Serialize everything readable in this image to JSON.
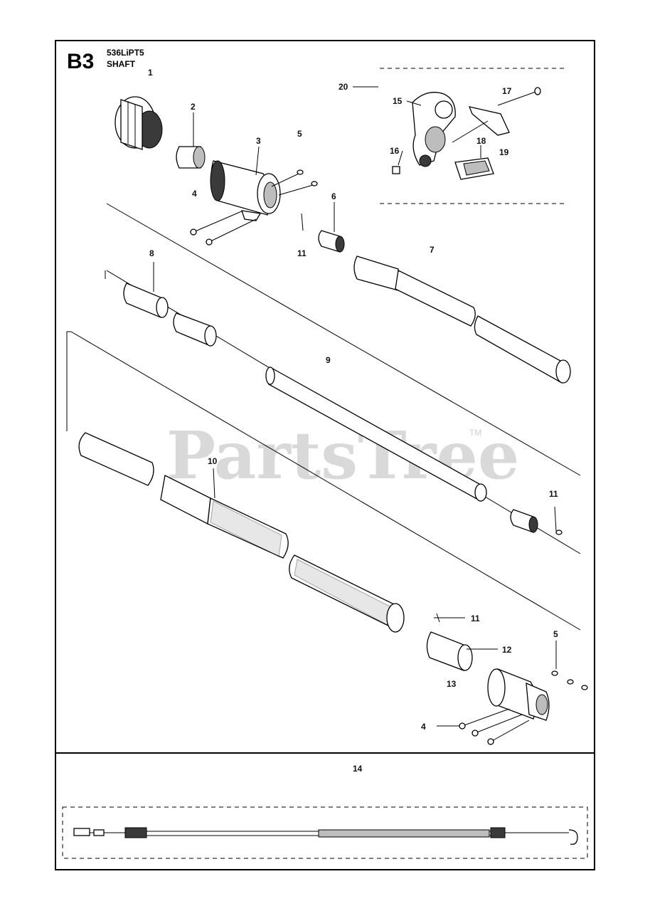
{
  "header": {
    "section_code": "B3",
    "model": "536LiPT5",
    "title": "SHAFT"
  },
  "watermark": {
    "text": "PartsTree",
    "trademark": "TM"
  },
  "callouts": {
    "c1": "1",
    "c2": "2",
    "c3": "3",
    "c4a": "4",
    "c5a": "5",
    "c6": "6",
    "c7": "7",
    "c8": "8",
    "c9": "9",
    "c10": "10",
    "c11a": "11",
    "c11b": "11",
    "c11c": "11",
    "c12": "12",
    "c13": "13",
    "c4b": "4",
    "c5b": "5",
    "c14": "14",
    "c15": "15",
    "c16": "16",
    "c17": "17",
    "c18": "18",
    "c19": "19",
    "c20": "20"
  }
}
